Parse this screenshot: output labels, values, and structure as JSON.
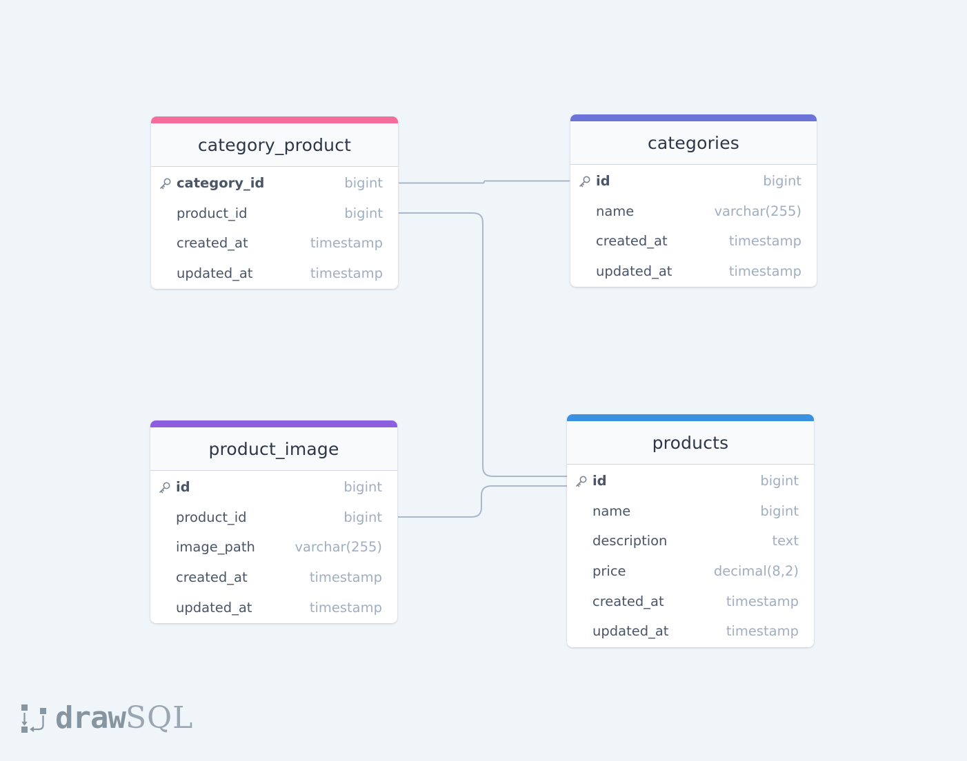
{
  "colors": {
    "background": "#f0f5f9",
    "connector": "#a9b7c8",
    "category_product_accent": "#f56d9a",
    "categories_accent": "#6b74d6",
    "product_image_accent": "#8e5ee0",
    "products_accent": "#3a91e2"
  },
  "tables": {
    "category_product": {
      "title": "category_product",
      "columns": [
        {
          "name": "category_id",
          "type": "bigint",
          "primary": true
        },
        {
          "name": "product_id",
          "type": "bigint",
          "primary": false
        },
        {
          "name": "created_at",
          "type": "timestamp",
          "primary": false
        },
        {
          "name": "updated_at",
          "type": "timestamp",
          "primary": false
        }
      ]
    },
    "categories": {
      "title": "categories",
      "columns": [
        {
          "name": "id",
          "type": "bigint",
          "primary": true
        },
        {
          "name": "name",
          "type": "varchar(255)",
          "primary": false
        },
        {
          "name": "created_at",
          "type": "timestamp",
          "primary": false
        },
        {
          "name": "updated_at",
          "type": "timestamp",
          "primary": false
        }
      ]
    },
    "product_image": {
      "title": "product_image",
      "columns": [
        {
          "name": "id",
          "type": "bigint",
          "primary": true
        },
        {
          "name": "product_id",
          "type": "bigint",
          "primary": false
        },
        {
          "name": "image_path",
          "type": "varchar(255)",
          "primary": false
        },
        {
          "name": "created_at",
          "type": "timestamp",
          "primary": false
        },
        {
          "name": "updated_at",
          "type": "timestamp",
          "primary": false
        }
      ]
    },
    "products": {
      "title": "products",
      "columns": [
        {
          "name": "id",
          "type": "bigint",
          "primary": true
        },
        {
          "name": "name",
          "type": "bigint",
          "primary": false
        },
        {
          "name": "description",
          "type": "text",
          "primary": false
        },
        {
          "name": "price",
          "type": "decimal(8,2)",
          "primary": false
        },
        {
          "name": "created_at",
          "type": "timestamp",
          "primary": false
        },
        {
          "name": "updated_at",
          "type": "timestamp",
          "primary": false
        }
      ]
    }
  },
  "relations": [
    {
      "from": "category_product.category_id",
      "to": "categories.id"
    },
    {
      "from": "category_product.product_id",
      "to": "products.id"
    },
    {
      "from": "product_image.product_id",
      "to": "products.id"
    }
  ],
  "logo": {
    "part1": "draw",
    "part2": "SQL",
    "icon": "drawsql-logo-icon"
  }
}
